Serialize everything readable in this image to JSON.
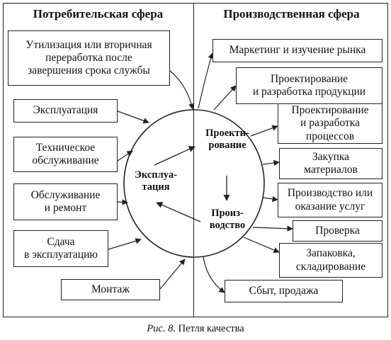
{
  "headers": {
    "consumer": "Потребительская сфера",
    "production": "Производственная сфера"
  },
  "consumer_boxes": [
    {
      "id": "c1",
      "label": "Утилизация или вторичная\nпереработка после\nзавершения срока службы"
    },
    {
      "id": "c2",
      "label": "Эксплуатация"
    },
    {
      "id": "c3",
      "label": "Техническое\nобслуживание"
    },
    {
      "id": "c4",
      "label": "Обслуживание\nи ремонт"
    },
    {
      "id": "c5",
      "label": "Сдача\nв эксплуатацию"
    },
    {
      "id": "c6",
      "label": "Монтаж"
    }
  ],
  "production_boxes": [
    {
      "id": "p1",
      "label": "Маркетинг и изучение рынка"
    },
    {
      "id": "p2",
      "label": "Проектирование\nи разработка продукции"
    },
    {
      "id": "p3",
      "label": "Проектирование\nи разработка\nпроцессов"
    },
    {
      "id": "p4",
      "label": "Закупка\nматериалов"
    },
    {
      "id": "p5",
      "label": "Производство или\nоказание услуг"
    },
    {
      "id": "p6",
      "label": "Проверка"
    },
    {
      "id": "p7",
      "label": "Запаковка,\nскладирование"
    },
    {
      "id": "p8",
      "label": "Сбыт, продажа"
    }
  ],
  "stages": {
    "design": "Проекти-\nрование",
    "production": "Произ-\nводство",
    "operation": "Эксплуа-\nтация"
  },
  "caption": {
    "figure": "Рис. 8.",
    "title": "Петля качества"
  }
}
